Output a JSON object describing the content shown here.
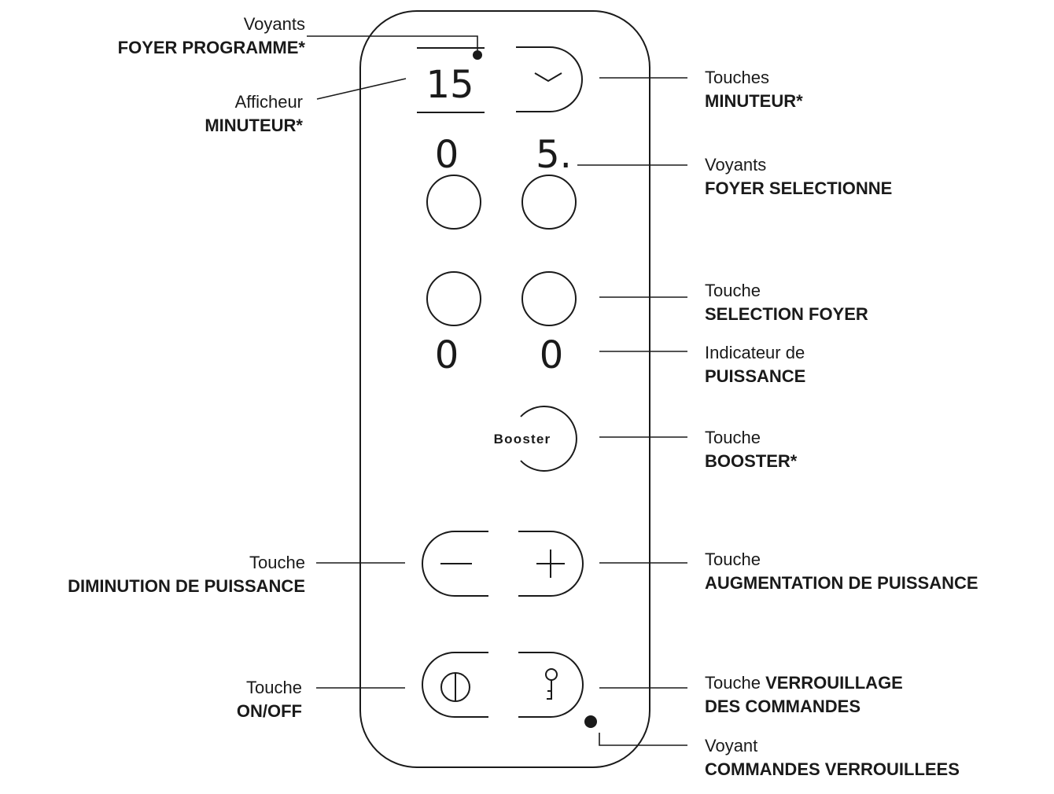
{
  "panel": {
    "timer_display": "15",
    "top_indicators": [
      "0",
      "5."
    ],
    "power_indicators": [
      "0",
      "0"
    ],
    "booster_label": "Booster",
    "icons": {
      "timer": "chevron-down-icon",
      "minus": "minus-icon",
      "plus": "plus-icon",
      "power": "power-icon",
      "lock": "key-icon"
    }
  },
  "labels": {
    "voyants_foyer_programme": {
      "line1": "Voyants",
      "line2": "FOYER PROGRAMME*"
    },
    "afficheur_minuteur": {
      "line1": "Afficheur",
      "line2": "MINUTEUR*"
    },
    "touches_minuteur": {
      "line1": "Touches",
      "line2": "MINUTEUR*"
    },
    "voyants_foyer_selectionne": {
      "line1": "Voyants",
      "line2": "FOYER SELECTIONNE"
    },
    "touche_selection_foyer": {
      "line1": "Touche",
      "line2": "SELECTION FOYER"
    },
    "indicateur_puissance": {
      "line1": "Indicateur de",
      "line2": "PUISSANCE"
    },
    "touche_booster": {
      "line1": "Touche",
      "line2": "BOOSTER*"
    },
    "touche_diminution": {
      "line1": "Touche",
      "line2": "DIMINUTION DE PUISSANCE"
    },
    "touche_augmentation": {
      "line1": "Touche",
      "line2": "AUGMENTATION DE PUISSANCE"
    },
    "touche_onoff": {
      "line1": "Touche",
      "line2": "ON/OFF"
    },
    "touche_verrouillage": {
      "line1_plain": "Touche ",
      "line1_bold": "VERROUILLAGE",
      "line2": "DES COMMANDES"
    },
    "voyant_commandes_verrouillees": {
      "line1": "Voyant",
      "line2": "COMMANDES VERROUILLEES"
    }
  }
}
